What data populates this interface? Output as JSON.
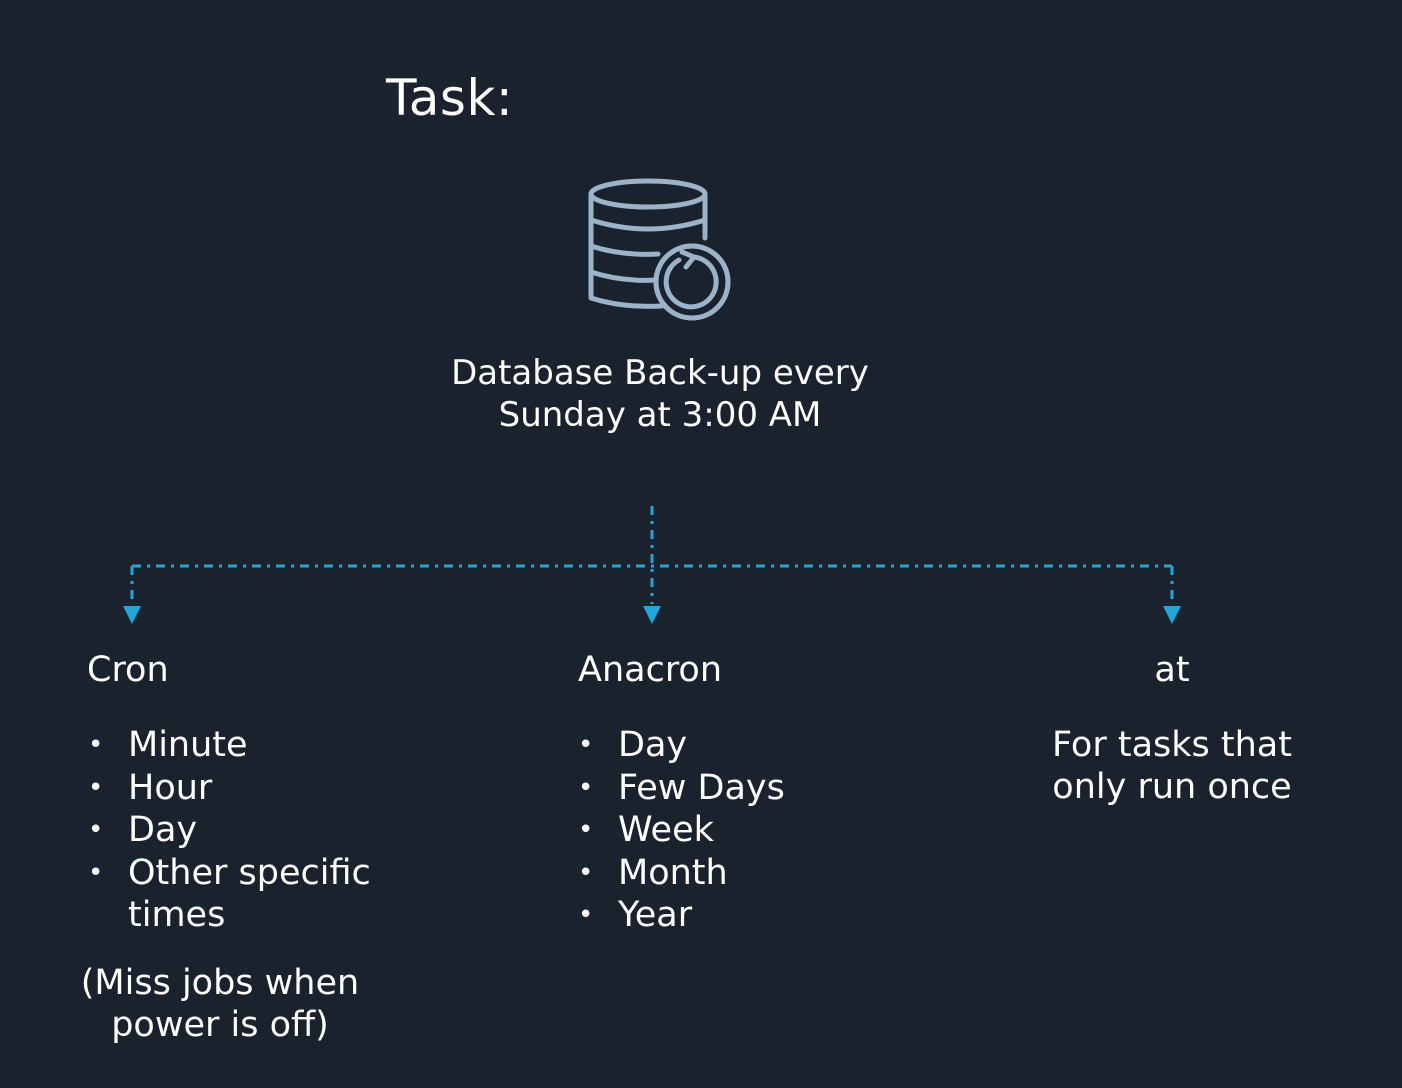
{
  "title": "Task:",
  "task": {
    "icon": "database-backup-icon",
    "line1": "Database Back-up every",
    "line2": "Sunday at 3:00 AM"
  },
  "accent_color": "#1fa6dd",
  "icon_color": "#9bb3c9",
  "columns": {
    "cron": {
      "title": "Cron",
      "items": [
        "Minute",
        "Hour",
        "Day",
        "Other specific",
        "times"
      ],
      "note_line1": "(Miss jobs when",
      "note_line2": "power is off)"
    },
    "anacron": {
      "title": "Anacron",
      "items": [
        "Day",
        "Few Days",
        "Week",
        "Month",
        "Year"
      ]
    },
    "at": {
      "title": "at",
      "desc_line1": "For tasks that",
      "desc_line2": "only run once"
    }
  }
}
